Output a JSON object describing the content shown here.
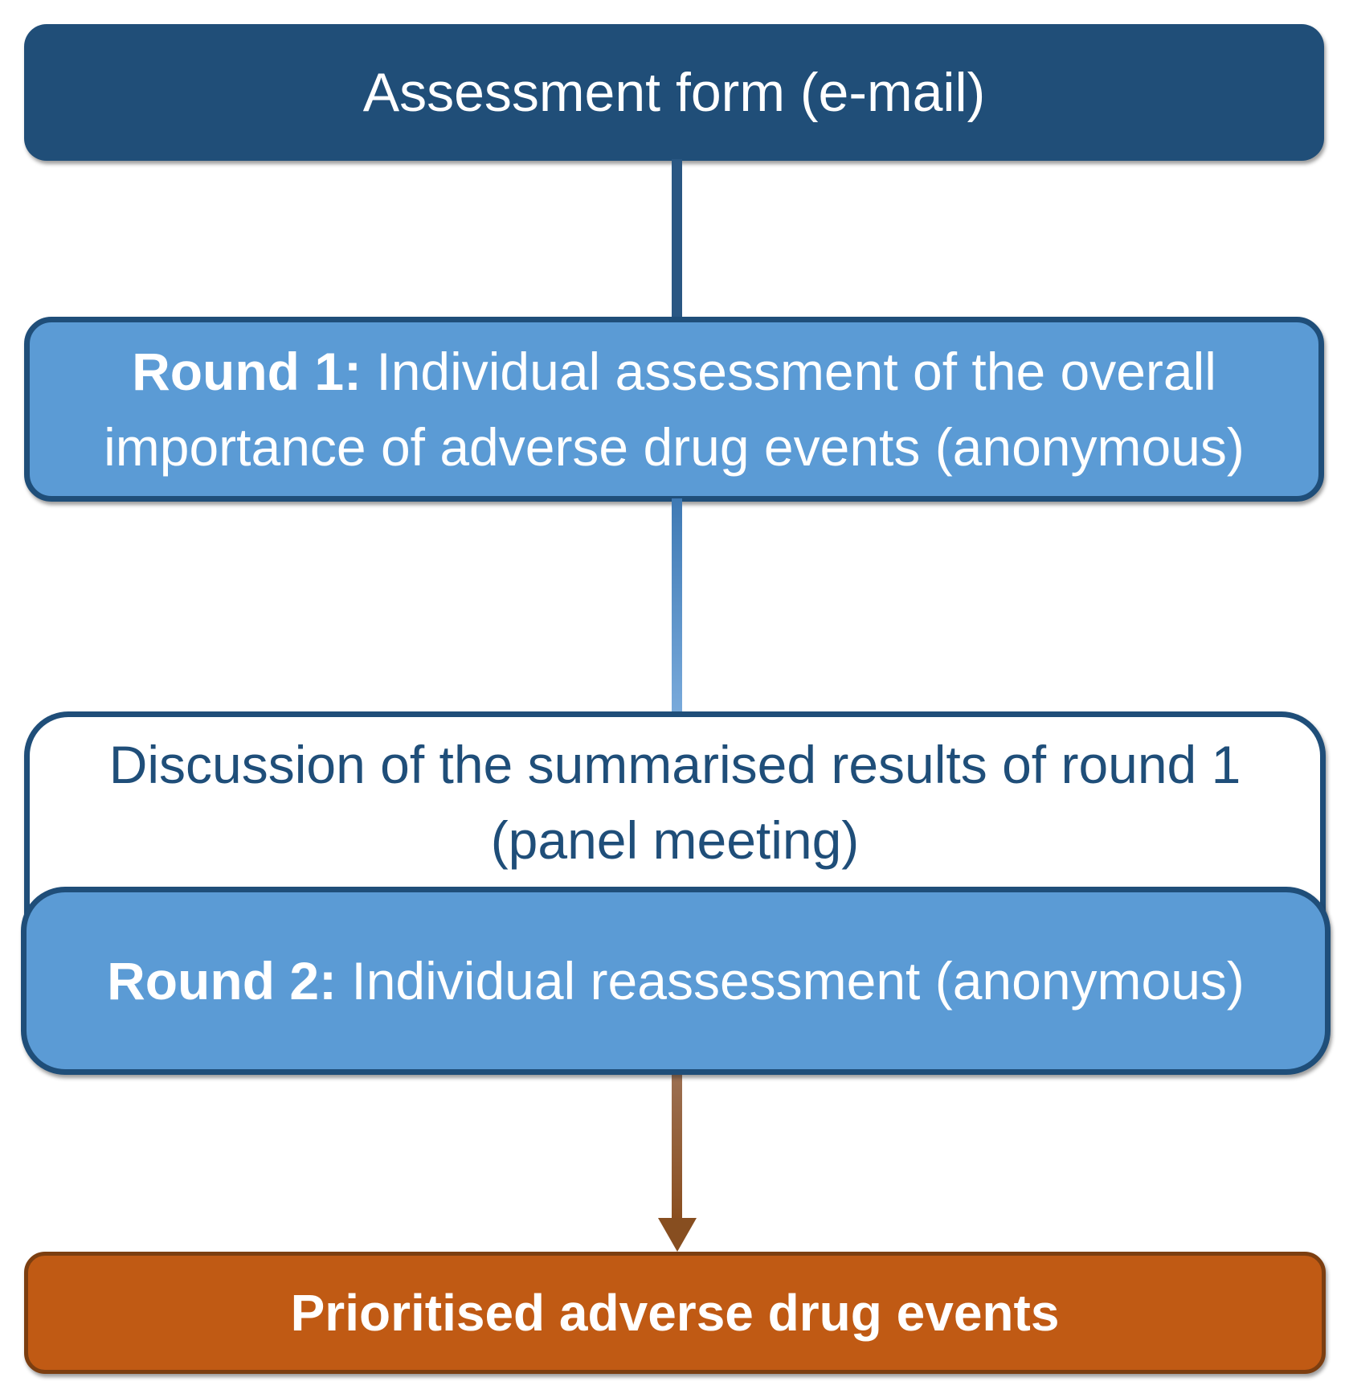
{
  "flowchart": {
    "assessment": {
      "label": "Assessment form (e-mail)"
    },
    "round1": {
      "bold": "Round 1:",
      "rest_line1": " Individual assessment of the overall",
      "line2": "importance of adverse drug events (anonymous)"
    },
    "discussion": {
      "line1": "Discussion of the summarised results of round 1",
      "line2": "(panel meeting)"
    },
    "round2": {
      "bold": "Round 2:",
      "rest": " Individual reassessment (anonymous)"
    },
    "prioritised": {
      "label": "Prioritised adverse drug events"
    },
    "colors": {
      "dark_blue": "#204E78",
      "medium_blue": "#5B9BD5",
      "node_border": "#1F4E79",
      "white_fill": "#FFFFFF",
      "dark_blue_text": "#1F4E79",
      "text_white": "#FFFFFF",
      "orange": "#C05A14",
      "orange_border": "#7C3E10",
      "connector_dark_blue": "#2A5783",
      "connector_gradient_top": "#3E79B4",
      "connector_gradient_bottom": "#79AADB",
      "arrow_top": "#9C7052",
      "arrow_bottom": "#8A4E1F",
      "arrow_head": "#874E20"
    }
  }
}
